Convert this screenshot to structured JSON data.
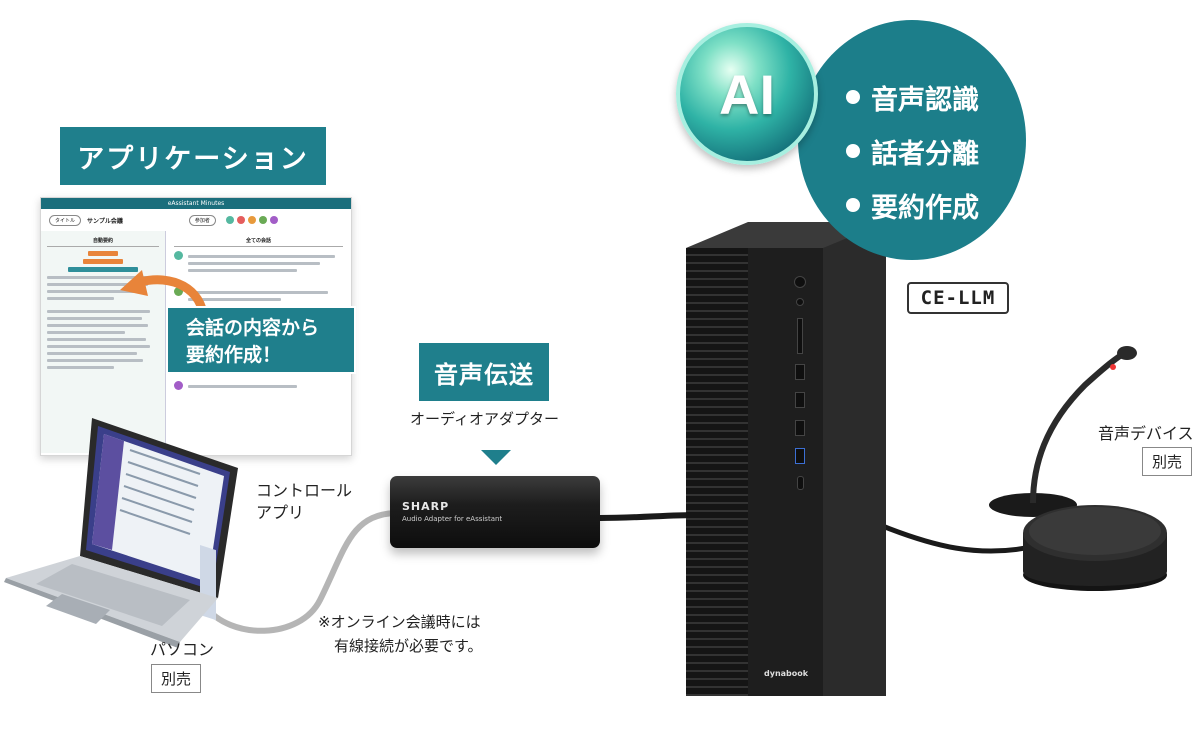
{
  "labels": {
    "application": "アプリケーション",
    "voice_transfer": "音声伝送",
    "audio_adapter": "オーディオアダプター",
    "control_app_line1": "コントロール",
    "control_app_line2": "アプリ",
    "pc": "パソコン",
    "sold_separately": "別売",
    "note_line1": "※オンライン会議時には",
    "note_line2": "有線接続が必要です。",
    "voice_device": "音声デバイス",
    "ce_llm": "CE-LLM"
  },
  "callout": {
    "line1": "会話の内容から",
    "line2": "要約作成！"
  },
  "ai": {
    "badge": "AI",
    "features": [
      "音声認識",
      "話者分離",
      "要約作成"
    ]
  },
  "app_window": {
    "title": "eAssistant Minutes",
    "title_pill": "タイトル",
    "meeting_name": "サンプル会議",
    "participants_pill": "参加者",
    "left_section": "自動要約",
    "right_section": "全ての会話"
  },
  "adapter": {
    "brand": "SHARP",
    "model": "Audio Adapter for eAssistant"
  },
  "pc_brand": "dynabook",
  "colors": {
    "teal": "#1f7f8c",
    "orange": "#e8843a",
    "cable_gray": "#b5b5b5",
    "cable_black": "#1a1a1a"
  }
}
